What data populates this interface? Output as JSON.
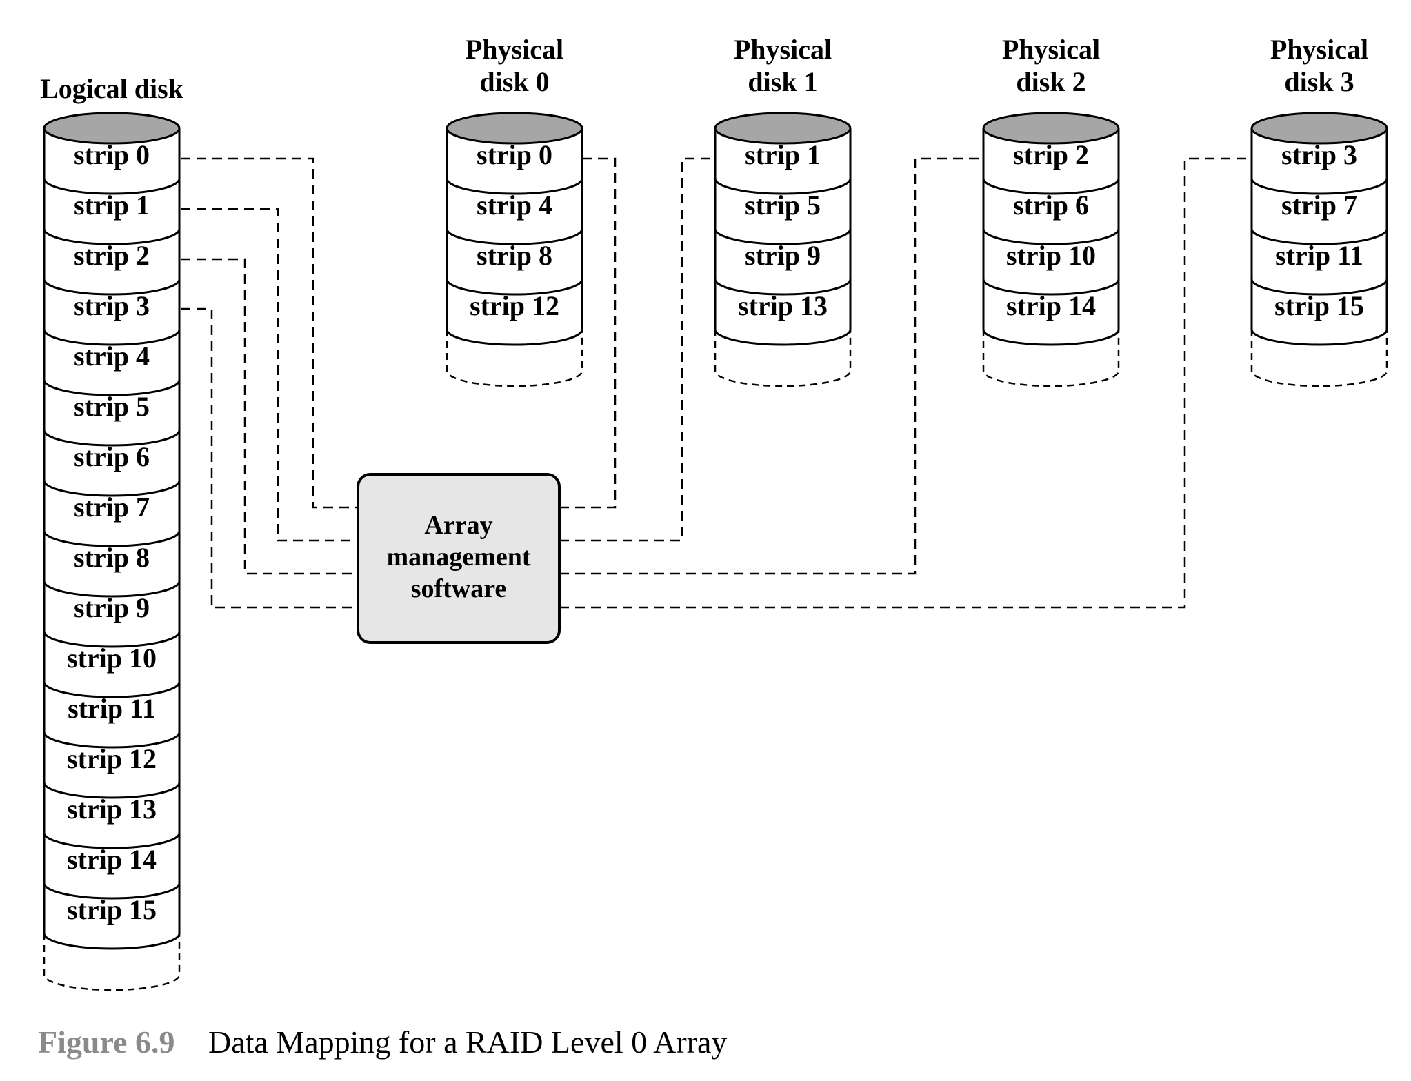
{
  "logical_disk": {
    "label": "Logical disk",
    "strips": [
      "strip 0",
      "strip 1",
      "strip 2",
      "strip 3",
      "strip 4",
      "strip 5",
      "strip 6",
      "strip 7",
      "strip 8",
      "strip 9",
      "strip 10",
      "strip 11",
      "strip 12",
      "strip 13",
      "strip 14",
      "strip 15"
    ]
  },
  "physical_disks": [
    {
      "label_line1": "Physical",
      "label_line2": "disk 0",
      "strips": [
        "strip 0",
        "strip 4",
        "strip 8",
        "strip 12"
      ]
    },
    {
      "label_line1": "Physical",
      "label_line2": "disk 1",
      "strips": [
        "strip 1",
        "strip 5",
        "strip 9",
        "strip 13"
      ]
    },
    {
      "label_line1": "Physical",
      "label_line2": "disk 2",
      "strips": [
        "strip 2",
        "strip 6",
        "strip 10",
        "strip 14"
      ]
    },
    {
      "label_line1": "Physical",
      "label_line2": "disk 3",
      "strips": [
        "strip 3",
        "strip 7",
        "strip 11",
        "strip 15"
      ]
    }
  ],
  "array_box": {
    "line1": "Array",
    "line2": "management",
    "line3": "software"
  },
  "caption": {
    "number": "Figure 6.9",
    "text": "Data Mapping for a RAID Level 0 Array"
  },
  "colors": {
    "disk_top": "#a6a6a6",
    "box_fill": "#e6e6e6",
    "caption_number": "#8a8a8a"
  }
}
